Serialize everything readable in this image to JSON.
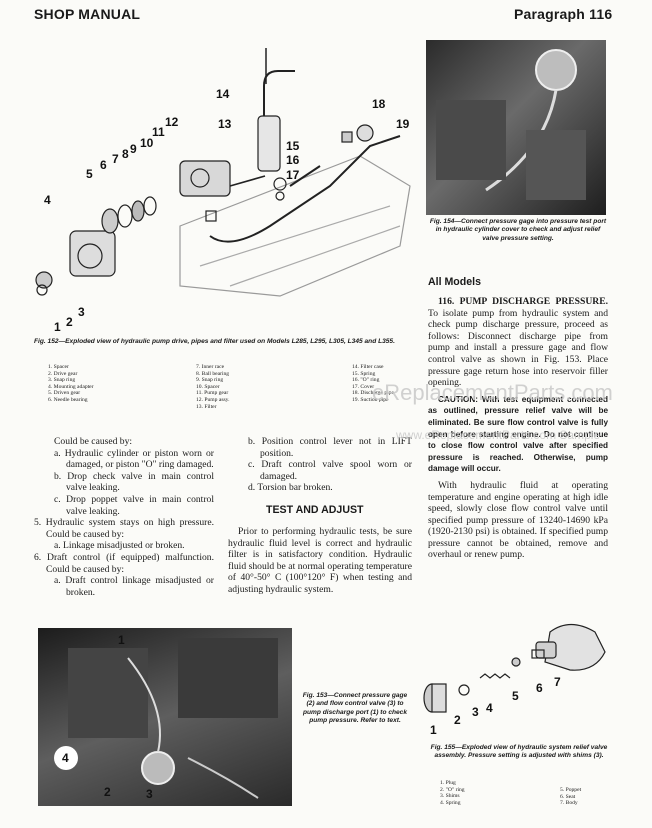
{
  "header": {
    "left": "SHOP MANUAL",
    "right": "Paragraph 116"
  },
  "fig152": {
    "callouts": [
      "1",
      "2",
      "3",
      "4",
      "5",
      "6",
      "7",
      "8",
      "9",
      "10",
      "11",
      "12",
      "13",
      "14",
      "15",
      "16",
      "17",
      "18",
      "19"
    ],
    "caption": "Fig. 152—Exploded view of hydraulic pump drive, pipes and filter used on Models L285, L295, L305, L345 and L355.",
    "parts_col1": [
      "1. Spacer",
      "2. Drive gear",
      "3. Snap ring",
      "4. Mounting adapter",
      "5. Driven gear",
      "6. Needle bearing"
    ],
    "parts_col2": [
      "7. Inner race",
      "8. Ball bearing",
      "9. Snap ring",
      "10. Spacer",
      "11. Pump gear",
      "12. Pump assy.",
      "13. Filter"
    ],
    "parts_col3": [
      "14. Filter case",
      "15. Spring",
      "16. \"O\" ring",
      "17. Cover",
      "18. Discharge pipe",
      "19. Suction pipe"
    ]
  },
  "fig154": {
    "caption": "Fig. 154—Connect pressure gage into pressure test port in hydraulic cylinder cover to check and adjust relief valve pressure setting."
  },
  "left_text": {
    "lines": [
      "Could be caused by:",
      "a. Hydraulic cylinder or piston worn or damaged, or piston \"O\" ring damaged.",
      "b. Drop check valve in main control valve leaking.",
      "c. Drop poppet valve in main control valve leaking.",
      "5. Hydraulic system stays on high pressure. Could be caused by:",
      "a. Linkage misadjusted or broken.",
      "6. Draft control (if equipped) malfunction. Could be caused by:",
      "a. Draft control linkage misadjusted or broken."
    ]
  },
  "mid_text": {
    "lines": [
      "b. Position control lever not in LIFT position.",
      "c. Draft control valve spool worn or damaged.",
      "d. Torsion bar broken."
    ],
    "heading": "TEST AND ADJUST",
    "para": "Prior to performing hydraulic tests, be sure hydraulic fluid level is correct and hydraulic filter is in satisfactory condition. Hydraulic fluid should be at normal operating temperature of 40°-50° C (100°120° F) when testing and adjusting hydraulic system."
  },
  "right_text": {
    "heading": "All Models",
    "p1_lead": "116. PUMP DISCHARGE PRESSURE.",
    "p1": "To isolate pump from hydraulic system and check pump discharge pressure, proceed as follows: Disconnect discharge pipe from pump and install a pressure gage and flow control valve as shown in Fig. 153. Place pressure gage return hose into reservoir filler opening.",
    "caution": "CAUTION: With test equipment connected as outlined, pressure relief valve will be eliminated. Be sure flow control valve is fully open before starting engine. Do not continue to close flow control valve after specified pressure is reached. Otherwise, pump damage will occur.",
    "p2": "With hydraulic fluid at operating temperature and engine operating at high idle speed, slowly close flow control valve until specified pump pressure of 13240-14690 kPa (1920-2130 psi) is obtained. If specified pump pressure cannot be obtained, remove and overhaul or renew pump."
  },
  "fig153": {
    "callouts": [
      "1",
      "2",
      "3",
      "4"
    ],
    "caption": "Fig. 153—Connect pressure gage (2) and flow control valve (3) to pump discharge port (1) to check pump pressure. Refer to text."
  },
  "fig155": {
    "callouts": [
      "1",
      "2",
      "3",
      "4",
      "5",
      "6",
      "7"
    ],
    "caption": "Fig. 155—Exploded view of hydraulic system relief valve assembly. Pressure setting is adjusted with shims (3).",
    "parts_col1": [
      "1. Plug",
      "2. \"O\" ring",
      "3. Shims",
      "4. Spring"
    ],
    "parts_col2": [
      "5. Poppet",
      "6. Seat",
      "7. Body"
    ]
  },
  "watermark": {
    "line1": "eReplacementParts.com",
    "line2": "www.eReplacementParts.com Sample"
  }
}
